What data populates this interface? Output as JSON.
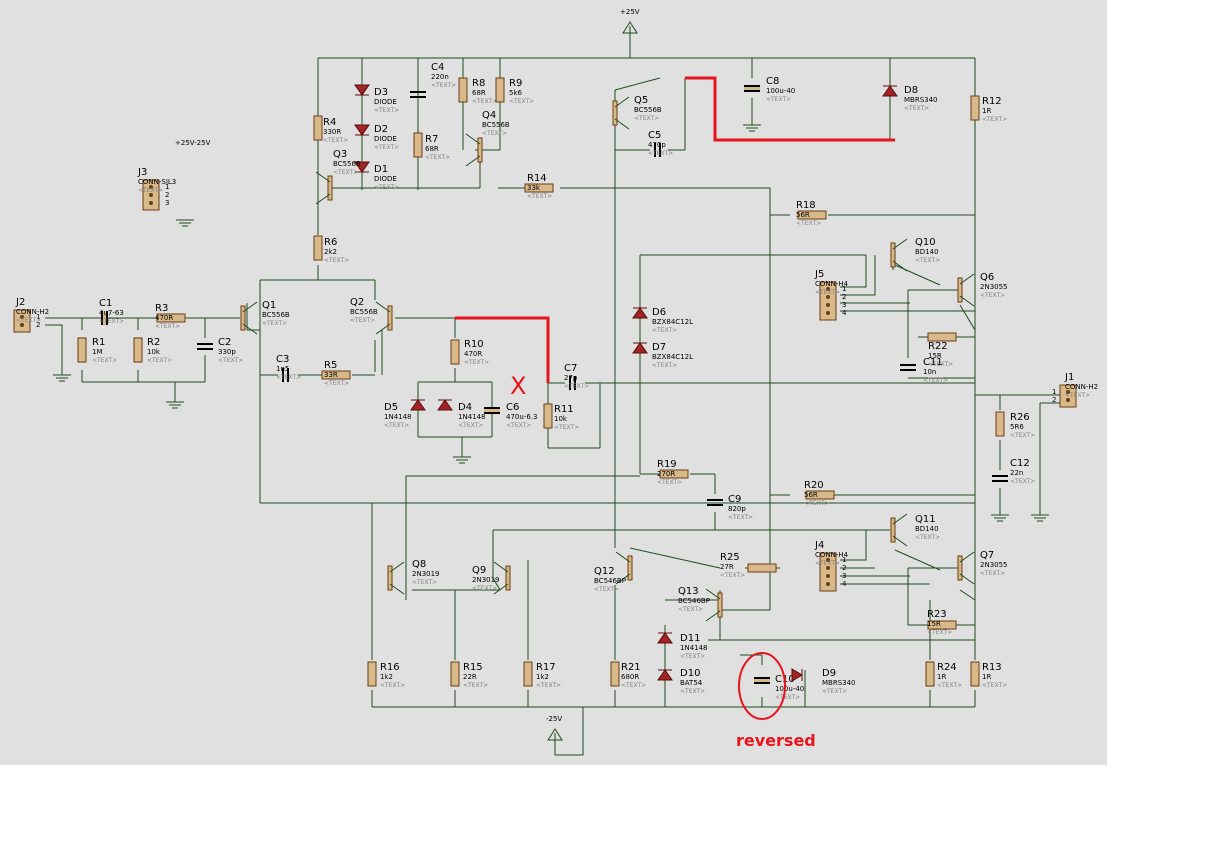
{
  "rails": {
    "pos": "+25V",
    "neg": "-25V",
    "j3_rail": "+25V-25V"
  },
  "annotations": {
    "reversed": "reversed",
    "cross": "X"
  },
  "placeholder": "<TEXT>",
  "colors": {
    "background": "#e0e0e0",
    "wire": "#1a4d1a",
    "highlight": "#e8141c",
    "part": "#d7b98a"
  },
  "connectors": [
    {
      "ref": "J2",
      "value": "CONN-H2",
      "pins": [
        "1",
        "2"
      ]
    },
    {
      "ref": "J1",
      "value": "CONN-H2",
      "pins": [
        "1",
        "2"
      ]
    },
    {
      "ref": "J3",
      "value": "CONN-SIL3",
      "pins": [
        "1",
        "2",
        "3"
      ]
    },
    {
      "ref": "J5",
      "value": "CONN-H4",
      "pins": [
        "1",
        "2",
        "3",
        "4"
      ]
    },
    {
      "ref": "J4",
      "value": "CONN-H4",
      "pins": [
        "1",
        "2",
        "3",
        "4"
      ]
    }
  ],
  "resistors": [
    {
      "ref": "R1",
      "value": "1M"
    },
    {
      "ref": "R2",
      "value": "10k"
    },
    {
      "ref": "R3",
      "value": "470R"
    },
    {
      "ref": "R4",
      "value": "330R"
    },
    {
      "ref": "R5",
      "value": "33R"
    },
    {
      "ref": "R6",
      "value": "2k2"
    },
    {
      "ref": "R7",
      "value": "68R"
    },
    {
      "ref": "R8",
      "value": "68R"
    },
    {
      "ref": "R9",
      "value": "5k6"
    },
    {
      "ref": "R10",
      "value": "470R"
    },
    {
      "ref": "R11",
      "value": "10k"
    },
    {
      "ref": "R12",
      "value": "1R"
    },
    {
      "ref": "R13",
      "value": "1R"
    },
    {
      "ref": "R14",
      "value": "33k"
    },
    {
      "ref": "R15",
      "value": "22R"
    },
    {
      "ref": "R16",
      "value": "1k2"
    },
    {
      "ref": "R17",
      "value": "1k2"
    },
    {
      "ref": "R18",
      "value": "56R"
    },
    {
      "ref": "R19",
      "value": "270R"
    },
    {
      "ref": "R20",
      "value": "56R"
    },
    {
      "ref": "R21",
      "value": "680R"
    },
    {
      "ref": "R22",
      "value": "15R"
    },
    {
      "ref": "R23",
      "value": "15R"
    },
    {
      "ref": "R24",
      "value": "1R"
    },
    {
      "ref": "R25",
      "value": "27R"
    },
    {
      "ref": "R26",
      "value": "5R6"
    }
  ],
  "capacitors": [
    {
      "ref": "C1",
      "value": "4u7-63"
    },
    {
      "ref": "C2",
      "value": "330p"
    },
    {
      "ref": "C3",
      "value": "1n5"
    },
    {
      "ref": "C4",
      "value": "220n"
    },
    {
      "ref": "C5",
      "value": "470p"
    },
    {
      "ref": "C6",
      "value": "470u-6.3"
    },
    {
      "ref": "C7",
      "value": "27p"
    },
    {
      "ref": "C8",
      "value": "100u-40"
    },
    {
      "ref": "C9",
      "value": "820p"
    },
    {
      "ref": "C10",
      "value": "100u-40"
    },
    {
      "ref": "C11",
      "value": "10n"
    },
    {
      "ref": "C12",
      "value": "22n"
    }
  ],
  "diodes": [
    {
      "ref": "D1",
      "value": "DIODE"
    },
    {
      "ref": "D2",
      "value": "DIODE"
    },
    {
      "ref": "D3",
      "value": "DIODE"
    },
    {
      "ref": "D4",
      "value": "1N4148"
    },
    {
      "ref": "D5",
      "value": "1N4148"
    },
    {
      "ref": "D6",
      "value": "BZX84C12L"
    },
    {
      "ref": "D7",
      "value": "BZX84C12L"
    },
    {
      "ref": "D8",
      "value": "MBRS340"
    },
    {
      "ref": "D9",
      "value": "MBRS340"
    },
    {
      "ref": "D10",
      "value": "BAT54"
    },
    {
      "ref": "D11",
      "value": "1N4148"
    }
  ],
  "transistors": [
    {
      "ref": "Q1",
      "value": "BC556B"
    },
    {
      "ref": "Q2",
      "value": "BC556B"
    },
    {
      "ref": "Q3",
      "value": "BC556B"
    },
    {
      "ref": "Q4",
      "value": "BC556B"
    },
    {
      "ref": "Q5",
      "value": "BC556B"
    },
    {
      "ref": "Q6",
      "value": "2N3055"
    },
    {
      "ref": "Q7",
      "value": "2N3055"
    },
    {
      "ref": "Q8",
      "value": "2N3019"
    },
    {
      "ref": "Q9",
      "value": "2N3019"
    },
    {
      "ref": "Q10",
      "value": "BD140"
    },
    {
      "ref": "Q11",
      "value": "BD140"
    },
    {
      "ref": "Q12",
      "value": "BC546BP"
    },
    {
      "ref": "Q13",
      "value": "BC546BP"
    }
  ]
}
